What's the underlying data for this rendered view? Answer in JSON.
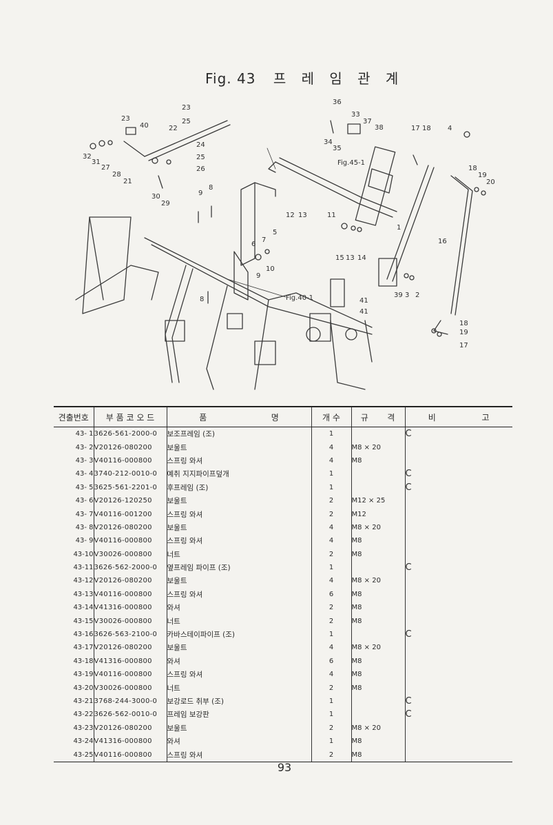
{
  "figure": {
    "number_label": "Fig. 43",
    "title": "프 레 임 관 계",
    "callouts": [
      "23",
      "25",
      "24",
      "26",
      "40",
      "22",
      "32",
      "31",
      "27",
      "28",
      "21",
      "30",
      "29",
      "9",
      "8",
      "7",
      "5",
      "6",
      "10",
      "12",
      "13",
      "11",
      "36",
      "33",
      "37",
      "38",
      "34",
      "35",
      "Fig.45-1",
      "17",
      "18",
      "4",
      "19",
      "20",
      "1",
      "16",
      "15",
      "14",
      "39",
      "3",
      "2",
      "Fig.40-1",
      "41"
    ]
  },
  "table": {
    "headers": [
      "견출번호",
      "부 품 코 오 드",
      "품",
      "명",
      "개 수",
      "규",
      "격",
      "비",
      "고"
    ],
    "rows": [
      {
        "no": "43- 1",
        "code": "3626-561-2000-0",
        "name": "보조프레임 (조)",
        "qty": "1",
        "spec": "",
        "remark": "C"
      },
      {
        "no": "43- 2",
        "code": "V20126-080200",
        "name": "보울트",
        "qty": "4",
        "spec": "M8 × 20",
        "remark": ""
      },
      {
        "no": "43- 3",
        "code": "V40116-000800",
        "name": "스프링 와셔",
        "qty": "4",
        "spec": "M8",
        "remark": ""
      },
      {
        "no": "43- 4",
        "code": "3740-212-0010-0",
        "name": "예취 지지파이프덮개",
        "qty": "1",
        "spec": "",
        "remark": "C"
      },
      {
        "no": "43- 5",
        "code": "3625-561-2201-0",
        "name": "후프레임 (조)",
        "qty": "1",
        "spec": "",
        "remark": "C"
      },
      {
        "no": "43- 6",
        "code": "V20126-120250",
        "name": "보울트",
        "qty": "2",
        "spec": "M12 × 25",
        "remark": ""
      },
      {
        "no": "43- 7",
        "code": "V40116-001200",
        "name": "스프링 와셔",
        "qty": "2",
        "spec": "M12",
        "remark": ""
      },
      {
        "no": "43- 8",
        "code": "V20126-080200",
        "name": "보울트",
        "qty": "4",
        "spec": "M8 × 20",
        "remark": ""
      },
      {
        "no": "43- 9",
        "code": "V40116-000800",
        "name": "스프링 와셔",
        "qty": "4",
        "spec": "M8",
        "remark": ""
      },
      {
        "no": "43-10",
        "code": "V30026-000800",
        "name": "너트",
        "qty": "2",
        "spec": "M8",
        "remark": ""
      },
      {
        "no": "43-11",
        "code": "3626-562-2000-0",
        "name": "옆프레임 파이프 (조)",
        "qty": "1",
        "spec": "",
        "remark": "C"
      },
      {
        "no": "43-12",
        "code": "V20126-080200",
        "name": "보울트",
        "qty": "4",
        "spec": "M8 × 20",
        "remark": ""
      },
      {
        "no": "43-13",
        "code": "V40116-000800",
        "name": "스프링 와셔",
        "qty": "6",
        "spec": "M8",
        "remark": ""
      },
      {
        "no": "43-14",
        "code": "V41316-000800",
        "name": "와셔",
        "qty": "2",
        "spec": "M8",
        "remark": ""
      },
      {
        "no": "43-15",
        "code": "V30026-000800",
        "name": "너트",
        "qty": "2",
        "spec": "M8",
        "remark": ""
      },
      {
        "no": "43-16",
        "code": "3626-563-2100-0",
        "name": "카바스테이파이프 (조)",
        "qty": "1",
        "spec": "",
        "remark": "C"
      },
      {
        "no": "43-17",
        "code": "V20126-080200",
        "name": "보울트",
        "qty": "4",
        "spec": "M8 × 20",
        "remark": ""
      },
      {
        "no": "43-18",
        "code": "V41316-000800",
        "name": "와셔",
        "qty": "6",
        "spec": "M8",
        "remark": ""
      },
      {
        "no": "43-19",
        "code": "V40116-000800",
        "name": "스프링 와셔",
        "qty": "4",
        "spec": "M8",
        "remark": ""
      },
      {
        "no": "43-20",
        "code": "V30026-000800",
        "name": "너트",
        "qty": "2",
        "spec": "M8",
        "remark": ""
      },
      {
        "no": "43-21",
        "code": "3768-244-3000-0",
        "name": "보강로드 취부 (조)",
        "qty": "1",
        "spec": "",
        "remark": "C"
      },
      {
        "no": "43-22",
        "code": "3626-562-0010-0",
        "name": "프레임 보강판",
        "qty": "1",
        "spec": "",
        "remark": "C"
      },
      {
        "no": "43-23",
        "code": "V20126-080200",
        "name": "보울트",
        "qty": "2",
        "spec": "M8 × 20",
        "remark": ""
      },
      {
        "no": "43-24",
        "code": "V41316-000800",
        "name": "와셔",
        "qty": "1",
        "spec": "M8",
        "remark": ""
      },
      {
        "no": "43-25",
        "code": "V40116-000800",
        "name": "스프링 와셔",
        "qty": "2",
        "spec": "M8",
        "remark": ""
      }
    ]
  },
  "page_number": "93"
}
